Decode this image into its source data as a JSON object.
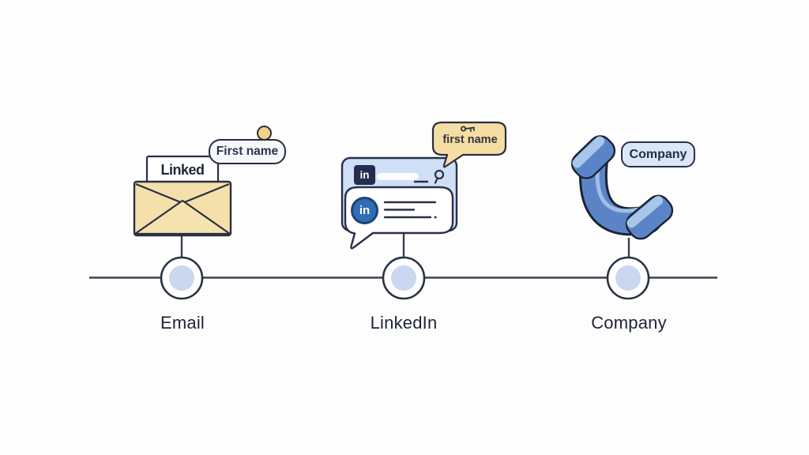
{
  "illustration_title": "outreach-channels-timeline",
  "email": {
    "letter_text": "Linked",
    "tag_label": "First name",
    "node_label": "Email"
  },
  "linkedin": {
    "bubble_label": "first name",
    "logo_text": "in",
    "badge_text": "in",
    "node_label": "LinkedIn"
  },
  "company": {
    "tag_label": "Company",
    "node_label": "Company"
  },
  "colors": {
    "background": "#fdfdfe",
    "outline_dark": "#2a3040",
    "timeline": "#3a4150",
    "envelope_tan": "#f5e0ab",
    "bubble_yellow": "#f6dda4",
    "card_light_blue": "#cfdff5",
    "node_inner_blue": "#c9d8f0",
    "phone_blue": "#5b84c8",
    "phone_highlight": "#a9c6ea",
    "linkedin_navy": "#212e4d",
    "linkedin_blue": "#2f6db8",
    "chip_company_bg": "#dbe7f8"
  }
}
